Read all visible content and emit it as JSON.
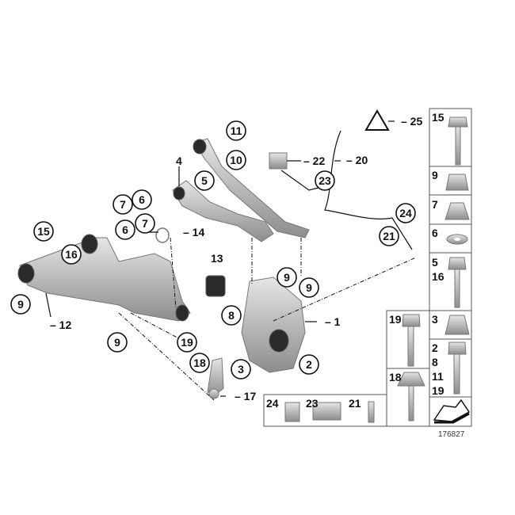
{
  "diagram": {
    "reference_number": "176827",
    "highlight_color": "#e02020",
    "highlighted_part": "10",
    "callouts": [
      "11",
      "10",
      "4",
      "5",
      "7",
      "6",
      "6",
      "7",
      "15",
      "14",
      "16",
      "13",
      "9",
      "12",
      "9",
      "9",
      "8",
      "1",
      "9",
      "19",
      "18",
      "3",
      "2",
      "17",
      "22",
      "20",
      "23",
      "25",
      "24",
      "21"
    ],
    "hardware_panel": [
      {
        "labels": "15"
      },
      {
        "labels": "9"
      },
      {
        "labels": "7"
      },
      {
        "labels": "6"
      },
      {
        "labels": "5\n16"
      },
      {
        "labels": "3"
      },
      {
        "labels": "2\n8\n11\n19"
      }
    ],
    "lower_panel": [
      "19",
      "18"
    ],
    "small_parts_panel": [
      "24",
      "23",
      "21"
    ]
  }
}
